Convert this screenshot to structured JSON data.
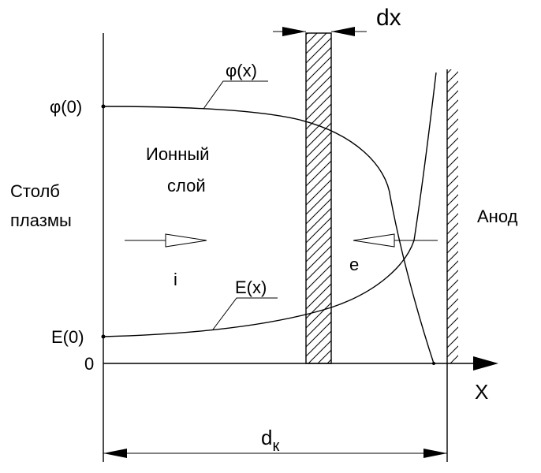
{
  "labels": {
    "phi0": "φ(0)",
    "phix": "φ(x)",
    "e0": "E(0)",
    "ex": "E(x)",
    "zero": "0",
    "x_axis": "X",
    "dx": "dx",
    "dk_main": "d",
    "dk_sub": "к",
    "ion_layer_1": "Ионный",
    "ion_layer_2": "слой",
    "plasma_1": "Столб",
    "plasma_2": "плазмы",
    "anode": "Анод",
    "i": "i",
    "e": "e"
  }
}
